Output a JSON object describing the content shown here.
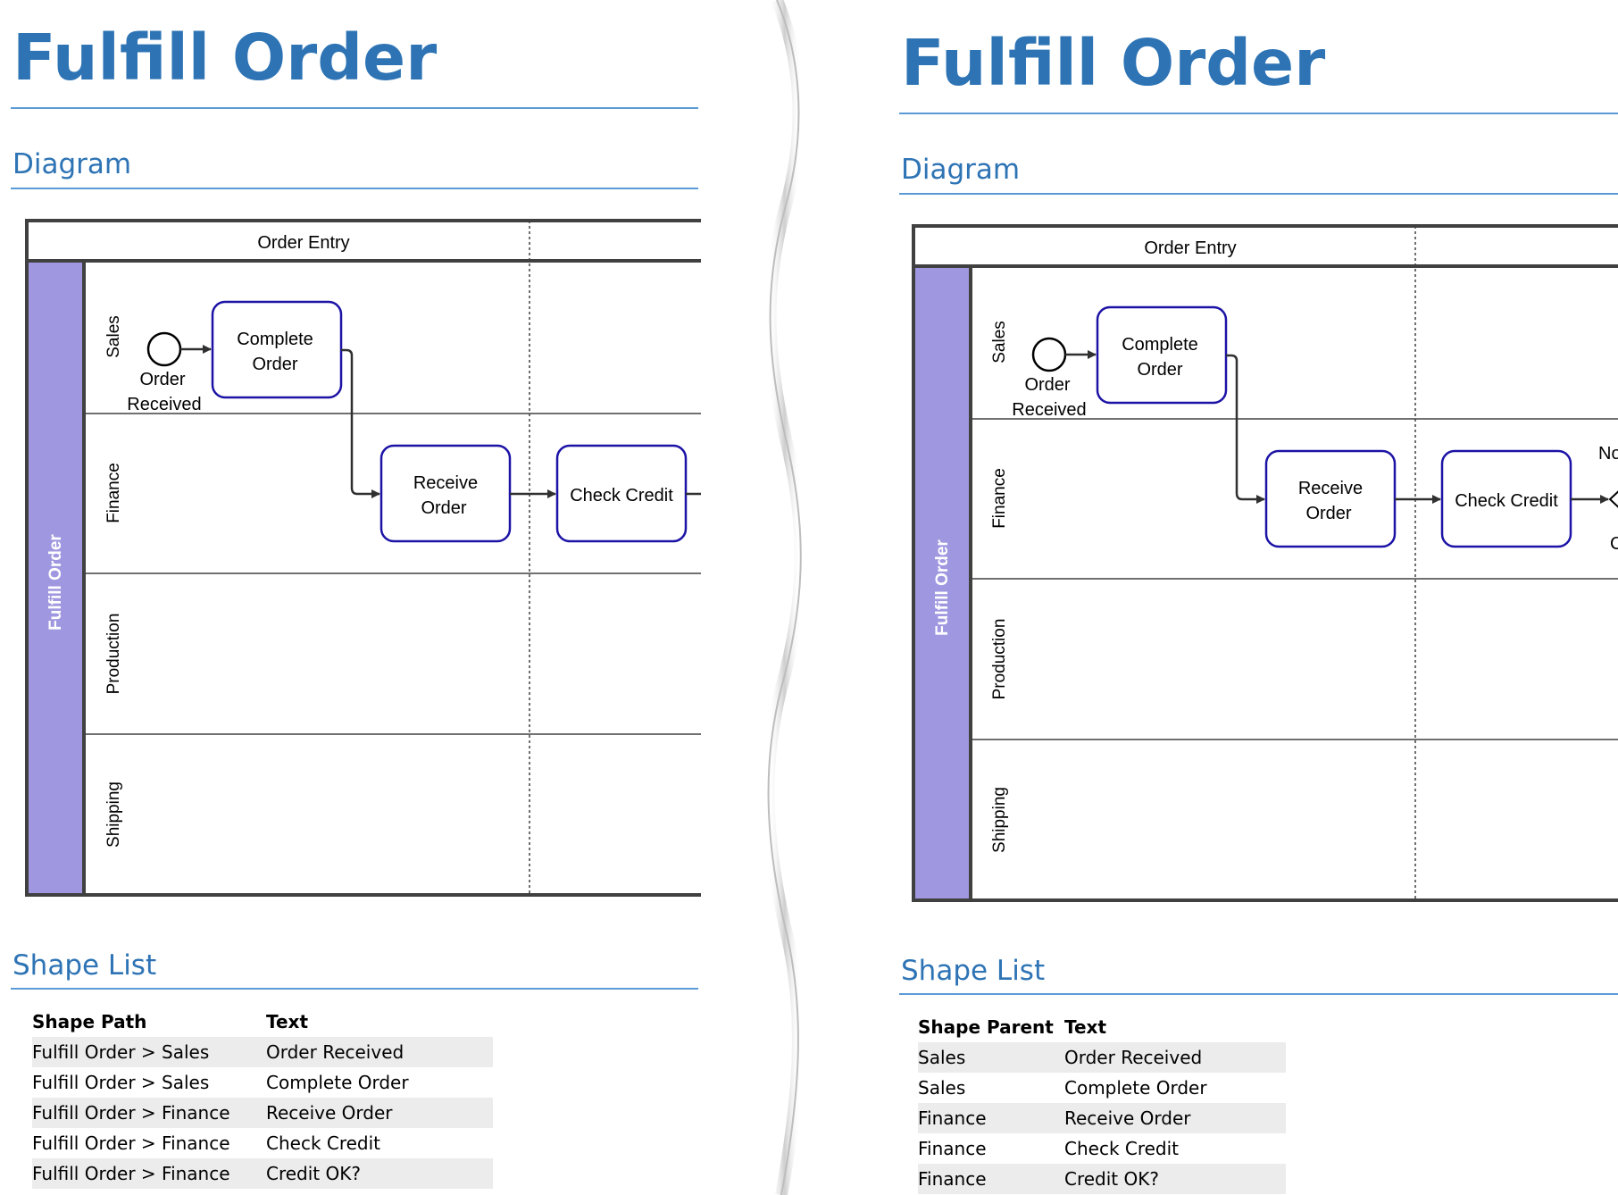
{
  "left": {
    "title": "Fulfill Order",
    "diagram_heading": "Diagram",
    "shape_list_heading": "Shape List",
    "table": {
      "headers": [
        "Shape Path",
        "Text"
      ],
      "rows": [
        [
          "Fulfill Order > Sales",
          "Order Received"
        ],
        [
          "Fulfill Order > Sales",
          "Complete Order"
        ],
        [
          "Fulfill Order > Finance",
          "Receive Order"
        ],
        [
          "Fulfill Order > Finance",
          "Check Credit"
        ],
        [
          "Fulfill Order > Finance",
          "Credit OK?"
        ]
      ]
    }
  },
  "right": {
    "title": "Fulfill Order",
    "diagram_heading": "Diagram",
    "shape_list_heading": "Shape List",
    "table": {
      "headers": [
        "Shape Parent",
        "Text"
      ],
      "rows": [
        [
          "Sales",
          "Order Received"
        ],
        [
          "Sales",
          "Complete Order"
        ],
        [
          "Finance",
          "Receive Order"
        ],
        [
          "Finance",
          "Check Credit"
        ],
        [
          "Finance",
          "Credit OK?"
        ]
      ]
    }
  },
  "diagram": {
    "phase": "Order Entry",
    "pool": "Fulfill Order",
    "lanes": [
      "Sales",
      "Finance",
      "Production",
      "Shipping"
    ],
    "start_event": [
      "Order",
      "Received"
    ],
    "tasks": {
      "complete_order": [
        "Complete",
        "Order"
      ],
      "receive_order": [
        "Receive",
        "Order"
      ],
      "check_credit": [
        "Check Credit"
      ]
    },
    "partial_right": {
      "gateway_top": "No",
      "gateway_bottom": "C"
    }
  },
  "colors": {
    "heading": "#2e74b5",
    "rule": "#5b9bd5",
    "pool_band": "#9f98e0",
    "task_border": "#1c13a6",
    "frame": "#404040",
    "row_shade": "#ececec"
  }
}
